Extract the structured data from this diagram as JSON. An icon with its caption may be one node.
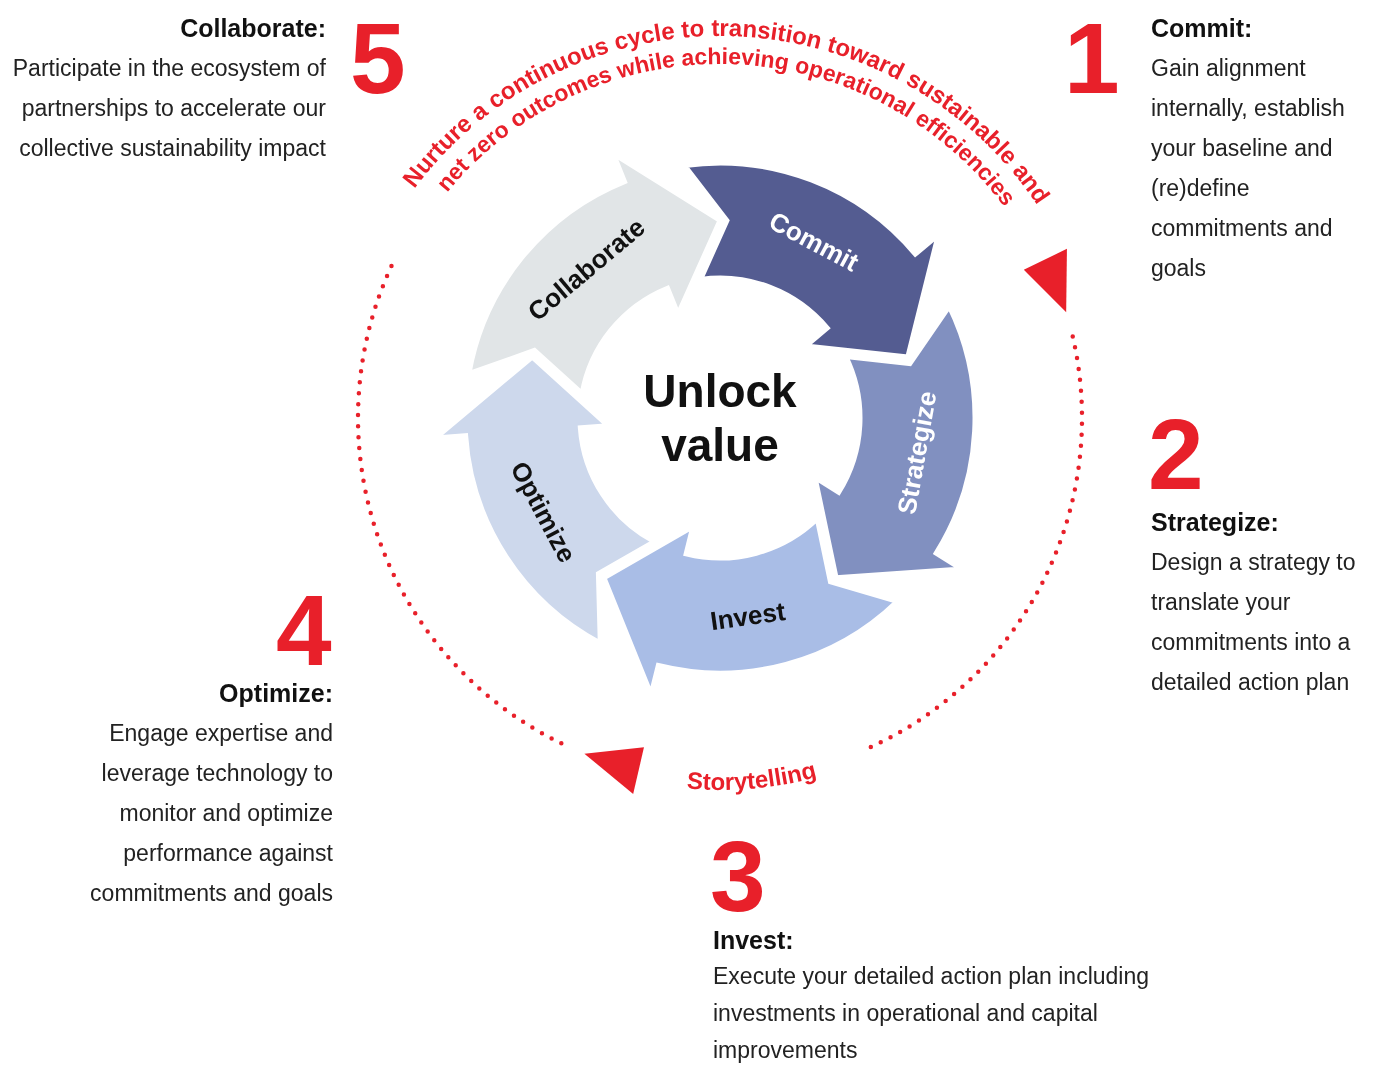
{
  "diagram": {
    "nodes": [
      {
        "text": [
          "Commit"
        ]
      },
      {
        "text": [
          "Strategize"
        ]
      },
      {
        "text": [
          "Invest"
        ]
      },
      {
        "text": [
          "Optimize"
        ]
      },
      {
        "text": [
          "Collaborate"
        ]
      }
    ],
    "labels": [
      "Collaborate:",
      "Participate in the ecosystem of partnerships to accelerate our collective sustainability impact",
      "5",
      "Nurture a continuous cycle to transition toward sustainable and",
      "net zero outcomes while achieving operational efficiencies",
      "1",
      "Commit:",
      "Gain alignment internally, establish your baseline and (re)define commitments and goals",
      "Unlock value",
      "2",
      "Strategize:",
      "Design a strategy to translate your commitments into a detailed action plan",
      "4",
      "Optimize:",
      "Engage expertise and leverage technology to monitor and optimize performance against commitments and goals",
      "Storytelling",
      "3",
      "Invest:",
      "Execute your detailed action plan including investments in operational and capital improvements"
    ]
  }
}
